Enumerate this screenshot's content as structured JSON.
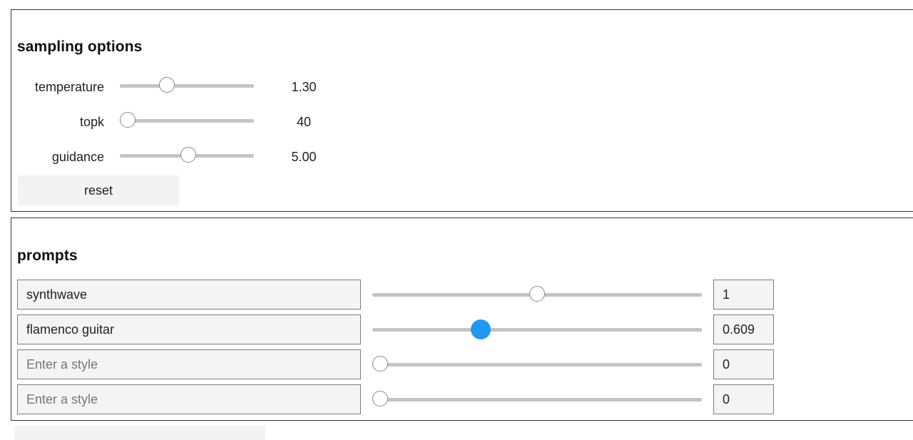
{
  "sampling": {
    "title": "sampling options",
    "options": [
      {
        "label": "temperature",
        "value": "1.30",
        "slider_fraction": 0.33
      },
      {
        "label": "topk",
        "value": "40",
        "slider_fraction": 0.0
      },
      {
        "label": "guidance",
        "value": "5.00",
        "slider_fraction": 0.51
      }
    ],
    "reset_label": "reset"
  },
  "prompts": {
    "title": "prompts",
    "rows": [
      {
        "text": "synthwave",
        "placeholder": "Enter a style",
        "weight": "1",
        "slider_fraction": 0.5,
        "active": false
      },
      {
        "text": "flamenco guitar",
        "placeholder": "Enter a style",
        "weight": "0.609",
        "slider_fraction": 0.32,
        "active": true
      },
      {
        "text": "",
        "placeholder": "Enter a style",
        "weight": "0",
        "slider_fraction": 0.0,
        "active": false
      },
      {
        "text": "",
        "placeholder": "Enter a style",
        "weight": "0",
        "slider_fraction": 0.0,
        "active": false
      }
    ]
  },
  "colors": {
    "accent": "#2196f3",
    "track": "#c4c4c4",
    "border": "#333333"
  }
}
